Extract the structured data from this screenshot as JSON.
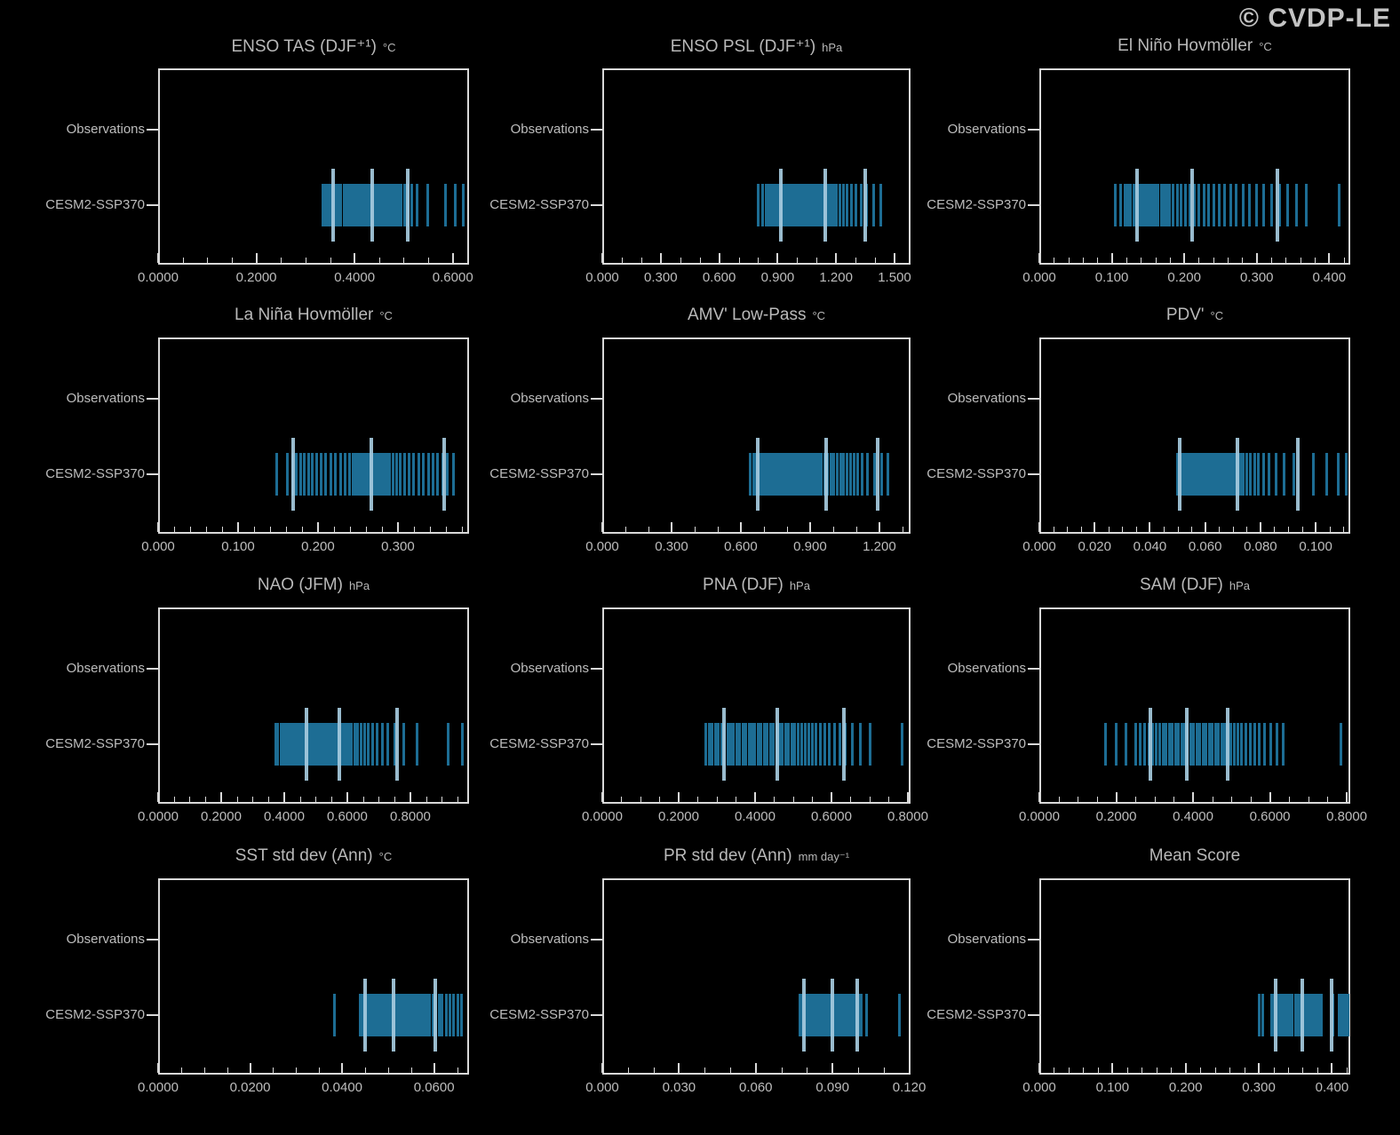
{
  "logo": "© CVDP-LE",
  "colors": {
    "background": "#000000",
    "axis": "#d9d9d9",
    "text": "#bdbdbd",
    "member_tick": "#1d6d94",
    "highlight_tick": "#a6cbde"
  },
  "categories": [
    "Observations",
    "CESM2-SSP370"
  ],
  "chart_data": [
    {
      "type": "strip",
      "title": "ENSO TAS (DJF⁺¹)",
      "unit": "°C",
      "categories": [
        "Observations",
        "CESM2-SSP370"
      ],
      "xlim": [
        0,
        0.633
      ],
      "major_step": 0.2,
      "minor_step": 0.05,
      "decimals": 4,
      "observations_values": [],
      "values": [
        0.335,
        0.339,
        0.345,
        0.35,
        0.356,
        0.361,
        0.366,
        0.372,
        0.378,
        0.383,
        0.388,
        0.393,
        0.398,
        0.402,
        0.406,
        0.41,
        0.413,
        0.416,
        0.419,
        0.422,
        0.425,
        0.428,
        0.431,
        0.435,
        0.439,
        0.443,
        0.447,
        0.451,
        0.455,
        0.459,
        0.463,
        0.468,
        0.473,
        0.478,
        0.483,
        0.489,
        0.495,
        0.501,
        0.509,
        0.517,
        0.527,
        0.549,
        0.585,
        0.605,
        0.622
      ],
      "highlights": [
        0.356,
        0.435,
        0.509
      ]
    },
    {
      "type": "strip",
      "title": "ENSO PSL (DJF⁺¹)",
      "unit": "hPa",
      "categories": [
        "Observations",
        "CESM2-SSP370"
      ],
      "xlim": [
        0,
        1.582
      ],
      "major_step": 0.3,
      "minor_step": 0.1,
      "decimals": 3,
      "observations_values": [],
      "values": [
        0.8,
        0.825,
        0.843,
        0.852,
        0.866,
        0.878,
        0.89,
        0.9,
        0.912,
        0.92,
        0.933,
        0.941,
        0.95,
        0.958,
        0.966,
        0.975,
        0.984,
        0.993,
        1.002,
        1.012,
        1.022,
        1.032,
        1.043,
        1.055,
        1.068,
        1.08,
        1.093,
        1.105,
        1.118,
        1.13,
        1.142,
        1.155,
        1.163,
        1.176,
        1.188,
        1.203,
        1.22,
        1.238,
        1.258,
        1.278,
        1.302,
        1.33,
        1.355,
        1.392,
        1.428
      ],
      "highlights": [
        0.918,
        1.145,
        1.35
      ]
    },
    {
      "type": "strip",
      "title": "El Niño Hovmöller",
      "unit": "°C",
      "categories": [
        "Observations",
        "CESM2-SSP370"
      ],
      "xlim": [
        0,
        0.429
      ],
      "major_step": 0.1,
      "minor_step": 0.02,
      "decimals": 3,
      "observations_values": [],
      "values": [
        0.105,
        0.112,
        0.118,
        0.122,
        0.126,
        0.13,
        0.133,
        0.136,
        0.139,
        0.142,
        0.145,
        0.148,
        0.151,
        0.154,
        0.157,
        0.16,
        0.164,
        0.168,
        0.172,
        0.176,
        0.18,
        0.185,
        0.19,
        0.196,
        0.202,
        0.208,
        0.214,
        0.22,
        0.227,
        0.234,
        0.241,
        0.248,
        0.256,
        0.264,
        0.272,
        0.281,
        0.29,
        0.3,
        0.31,
        0.32,
        0.331,
        0.342,
        0.355,
        0.368,
        0.414
      ],
      "highlights": [
        0.135,
        0.211,
        0.329
      ]
    },
    {
      "type": "strip",
      "title": "La Niña Hovmöller",
      "unit": "°C",
      "categories": [
        "Observations",
        "CESM2-SSP370"
      ],
      "xlim": [
        0,
        0.389
      ],
      "major_step": 0.1,
      "minor_step": 0.02,
      "decimals": 3,
      "observations_values": [],
      "values": [
        0.148,
        0.162,
        0.168,
        0.173,
        0.178,
        0.183,
        0.188,
        0.193,
        0.198,
        0.204,
        0.21,
        0.216,
        0.222,
        0.228,
        0.234,
        0.24,
        0.244,
        0.247,
        0.25,
        0.253,
        0.256,
        0.259,
        0.262,
        0.265,
        0.268,
        0.271,
        0.274,
        0.277,
        0.28,
        0.283,
        0.286,
        0.29,
        0.294,
        0.298,
        0.303,
        0.308,
        0.314,
        0.32,
        0.326,
        0.332,
        0.338,
        0.344,
        0.35,
        0.356,
        0.362,
        0.37
      ],
      "highlights": [
        0.169,
        0.267,
        0.358
      ]
    },
    {
      "type": "strip",
      "title": "AMV' Low-Pass",
      "unit": "°C",
      "categories": [
        "Observations",
        "CESM2-SSP370"
      ],
      "xlim": [
        0,
        1.335
      ],
      "major_step": 0.3,
      "minor_step": 0.1,
      "decimals": 3,
      "observations_values": [],
      "values": [
        0.64,
        0.655,
        0.668,
        0.68,
        0.692,
        0.703,
        0.714,
        0.724,
        0.734,
        0.744,
        0.754,
        0.764,
        0.774,
        0.784,
        0.794,
        0.804,
        0.814,
        0.824,
        0.834,
        0.845,
        0.856,
        0.867,
        0.878,
        0.89,
        0.902,
        0.914,
        0.926,
        0.938,
        0.95,
        0.963,
        0.976,
        0.99,
        1.004,
        1.018,
        1.032,
        1.046,
        1.06,
        1.075,
        1.09,
        1.106,
        1.125,
        1.15,
        1.18,
        1.21,
        1.238
      ],
      "highlights": [
        0.673,
        0.969,
        1.192
      ]
    },
    {
      "type": "strip",
      "title": "PDV'",
      "unit": "°C",
      "categories": [
        "Observations",
        "CESM2-SSP370"
      ],
      "xlim": [
        0,
        0.1125
      ],
      "major_step": 0.02,
      "minor_step": 0.005,
      "decimals": 3,
      "observations_values": [],
      "values": [
        0.05,
        0.0508,
        0.0515,
        0.0521,
        0.0527,
        0.0533,
        0.0539,
        0.0545,
        0.0551,
        0.0557,
        0.0563,
        0.0569,
        0.0575,
        0.0581,
        0.0587,
        0.0593,
        0.0599,
        0.0605,
        0.0611,
        0.0617,
        0.0623,
        0.063,
        0.0637,
        0.0644,
        0.0651,
        0.0658,
        0.0666,
        0.0674,
        0.0682,
        0.069,
        0.0699,
        0.0708,
        0.0718,
        0.0728,
        0.0739,
        0.0751,
        0.0764,
        0.0778,
        0.0793,
        0.081,
        0.083,
        0.0855,
        0.0885,
        0.092,
        0.099,
        0.104,
        0.108,
        0.111
      ],
      "highlights": [
        0.0508,
        0.0718,
        0.0934
      ]
    },
    {
      "type": "strip",
      "title": "NAO (JFM)",
      "unit": "hPa",
      "categories": [
        "Observations",
        "CESM2-SSP370"
      ],
      "xlim": [
        0,
        0.986
      ],
      "major_step": 0.2,
      "minor_step": 0.05,
      "decimals": 4,
      "observations_values": [],
      "values": [
        0.372,
        0.38,
        0.389,
        0.398,
        0.406,
        0.414,
        0.422,
        0.43,
        0.438,
        0.446,
        0.453,
        0.46,
        0.467,
        0.474,
        0.481,
        0.488,
        0.495,
        0.502,
        0.509,
        0.516,
        0.523,
        0.53,
        0.538,
        0.546,
        0.554,
        0.562,
        0.57,
        0.578,
        0.586,
        0.595,
        0.604,
        0.613,
        0.623,
        0.633,
        0.644,
        0.655,
        0.667,
        0.68,
        0.694,
        0.71,
        0.728,
        0.75,
        0.778,
        0.82,
        0.92,
        0.965
      ],
      "highlights": [
        0.47,
        0.575,
        0.758
      ]
    },
    {
      "type": "strip",
      "title": "PNA (DJF)",
      "unit": "hPa",
      "categories": [
        "Observations",
        "CESM2-SSP370"
      ],
      "xlim": [
        0,
        0.807
      ],
      "major_step": 0.2,
      "minor_step": 0.05,
      "decimals": 4,
      "observations_values": [],
      "values": [
        0.272,
        0.28,
        0.288,
        0.296,
        0.304,
        0.312,
        0.32,
        0.328,
        0.336,
        0.344,
        0.352,
        0.36,
        0.368,
        0.376,
        0.384,
        0.392,
        0.4,
        0.408,
        0.416,
        0.424,
        0.432,
        0.44,
        0.448,
        0.456,
        0.464,
        0.472,
        0.48,
        0.488,
        0.496,
        0.504,
        0.513,
        0.522,
        0.531,
        0.54,
        0.55,
        0.56,
        0.571,
        0.582,
        0.594,
        0.607,
        0.621,
        0.637,
        0.655,
        0.676,
        0.702,
        0.784
      ],
      "highlights": [
        0.319,
        0.458,
        0.633
      ]
    },
    {
      "type": "strip",
      "title": "SAM (DJF)",
      "unit": "hPa",
      "categories": [
        "Observations",
        "CESM2-SSP370"
      ],
      "xlim": [
        0,
        0.809
      ],
      "major_step": 0.2,
      "minor_step": 0.05,
      "decimals": 4,
      "observations_values": [],
      "values": [
        0.172,
        0.2,
        0.225,
        0.25,
        0.262,
        0.274,
        0.285,
        0.295,
        0.304,
        0.313,
        0.322,
        0.33,
        0.338,
        0.346,
        0.354,
        0.362,
        0.37,
        0.378,
        0.386,
        0.394,
        0.402,
        0.41,
        0.418,
        0.426,
        0.434,
        0.442,
        0.45,
        0.458,
        0.466,
        0.474,
        0.482,
        0.49,
        0.499,
        0.508,
        0.517,
        0.527,
        0.537,
        0.548,
        0.56,
        0.573,
        0.587,
        0.602,
        0.618,
        0.635,
        0.785
      ],
      "highlights": [
        0.29,
        0.384,
        0.49
      ]
    },
    {
      "type": "strip",
      "title": "SST std dev (Ann)",
      "unit": "°C",
      "categories": [
        "Observations",
        "CESM2-SSP370"
      ],
      "xlim": [
        0,
        0.0676
      ],
      "major_step": 0.02,
      "minor_step": 0.005,
      "decimals": 4,
      "observations_values": [],
      "values": [
        0.0384,
        0.044,
        0.0445,
        0.0449,
        0.0453,
        0.0457,
        0.0461,
        0.0465,
        0.0469,
        0.0473,
        0.0477,
        0.0481,
        0.0485,
        0.0489,
        0.0493,
        0.0497,
        0.0501,
        0.0505,
        0.0509,
        0.0513,
        0.0517,
        0.0521,
        0.0525,
        0.0529,
        0.0533,
        0.0537,
        0.0541,
        0.0546,
        0.0551,
        0.0556,
        0.0561,
        0.0566,
        0.0572,
        0.0578,
        0.0584,
        0.059,
        0.0597,
        0.0604,
        0.0611,
        0.0618,
        0.0626,
        0.0634,
        0.0643,
        0.0652,
        0.066
      ],
      "highlights": [
        0.045,
        0.0511,
        0.0602
      ]
    },
    {
      "type": "strip",
      "title": "PR std dev (Ann)",
      "unit": "mm day⁻¹",
      "categories": [
        "Observations",
        "CESM2-SSP370"
      ],
      "xlim": [
        0,
        0.1205
      ],
      "major_step": 0.03,
      "minor_step": 0.01,
      "decimals": 3,
      "observations_values": [],
      "values": [
        0.0772,
        0.0779,
        0.0785,
        0.0791,
        0.0797,
        0.0803,
        0.0809,
        0.0814,
        0.0819,
        0.0824,
        0.0829,
        0.0834,
        0.0839,
        0.0844,
        0.0849,
        0.0854,
        0.0859,
        0.0864,
        0.0869,
        0.0875,
        0.0881,
        0.0887,
        0.0893,
        0.0899,
        0.0905,
        0.0911,
        0.0918,
        0.0925,
        0.0932,
        0.0939,
        0.0947,
        0.0955,
        0.0963,
        0.0972,
        0.0981,
        0.0991,
        0.1002,
        0.1014,
        0.1032,
        0.1163
      ],
      "highlights": [
        0.0789,
        0.09,
        0.0997
      ]
    },
    {
      "type": "strip",
      "title": "Mean Score",
      "unit": "",
      "categories": [
        "Observations",
        "CESM2-SSP370"
      ],
      "xlim": [
        0,
        0.425
      ],
      "major_step": 0.1,
      "minor_step": 0.02,
      "decimals": 3,
      "observations_values": [],
      "values": [
        0.301,
        0.305,
        0.318,
        0.321,
        0.324,
        0.327,
        0.33,
        0.333,
        0.336,
        0.339,
        0.342,
        0.345,
        0.35,
        0.352,
        0.354,
        0.356,
        0.358,
        0.36,
        0.362,
        0.364,
        0.366,
        0.368,
        0.37,
        0.372,
        0.374,
        0.376,
        0.378,
        0.382,
        0.386,
        0.401,
        0.41,
        0.412,
        0.414,
        0.416,
        0.418,
        0.42,
        0.422
      ],
      "highlights": [
        0.323,
        0.36,
        0.399
      ]
    }
  ]
}
